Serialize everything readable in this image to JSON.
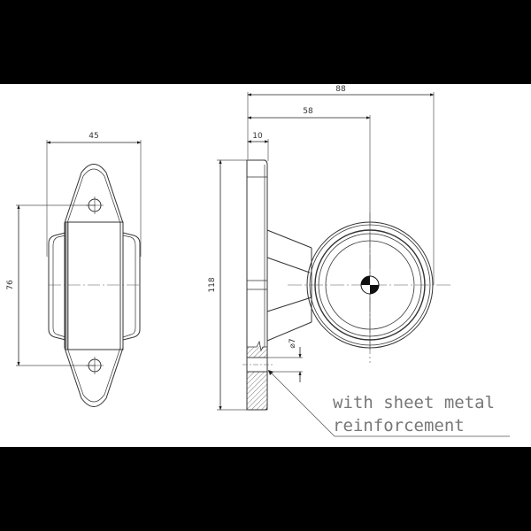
{
  "drawing": {
    "type": "technical-drawing",
    "subject": "side marker lamp with rubber arm",
    "views": [
      "front view",
      "side view"
    ]
  },
  "front_view": {
    "dimensions": {
      "width": "45",
      "hole_spacing": "76"
    }
  },
  "side_view": {
    "dimensions": {
      "overall_depth": "88",
      "lamp_center_depth": "58",
      "base_thickness": "10",
      "height": "118",
      "hole_diameter": "⌀7"
    },
    "note": {
      "line1": "with sheet metal",
      "line2": "reinforcement"
    }
  },
  "colors": {
    "line": "#333333",
    "thin_line": "#555555",
    "note_text": "#777777",
    "background": "#ffffff",
    "frame": "#000000"
  }
}
